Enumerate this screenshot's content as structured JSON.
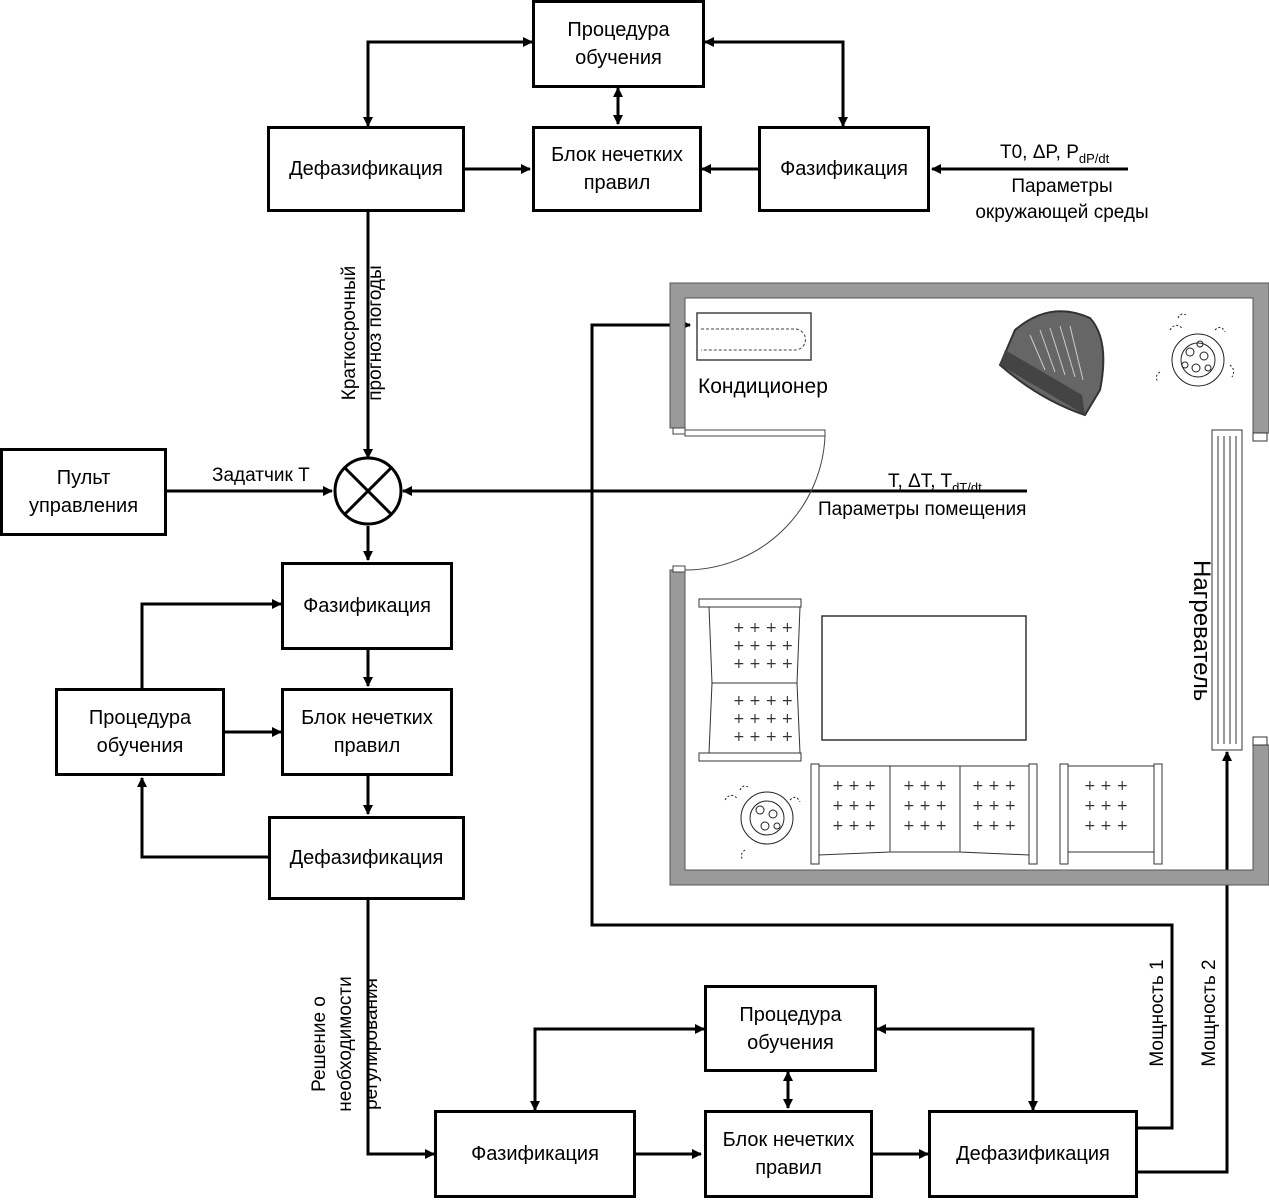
{
  "top_block": {
    "learning": "Процедура\nобучения",
    "defuzz": "Дефазификация",
    "rules": "Блок нечетких\nправил",
    "fuzz": "Фазификация",
    "input_params": "T0, ΔP, P",
    "input_params_sub": "dP/dt",
    "input_caption": "Параметры\nокружающей среды",
    "output_caption": "Краткосрочный\nпрогноз погоды"
  },
  "middle_block": {
    "control_panel": "Пульт\nуправления",
    "setpoint": "Задатчик T",
    "fuzz": "Фазификация",
    "rules": "Блок нечетких\nправил",
    "learning": "Процедура\nобучения",
    "defuzz": "Дефазификация",
    "room_params": "T, ΔT, T",
    "room_params_sub": "dT/dt",
    "room_caption": "Параметры помещения",
    "output_caption": "Решение о\nнеобходимости\nрегулирования"
  },
  "bottom_block": {
    "learning": "Процедура\nобучения",
    "fuzz": "Фазификация",
    "rules": "Блок нечетких\nправил",
    "defuzz": "Дефазификация",
    "power1": "Мощность 1",
    "power2": "Мощность 2"
  },
  "room": {
    "air_conditioner": "Кондиционер",
    "heater": "Нагреватель"
  }
}
